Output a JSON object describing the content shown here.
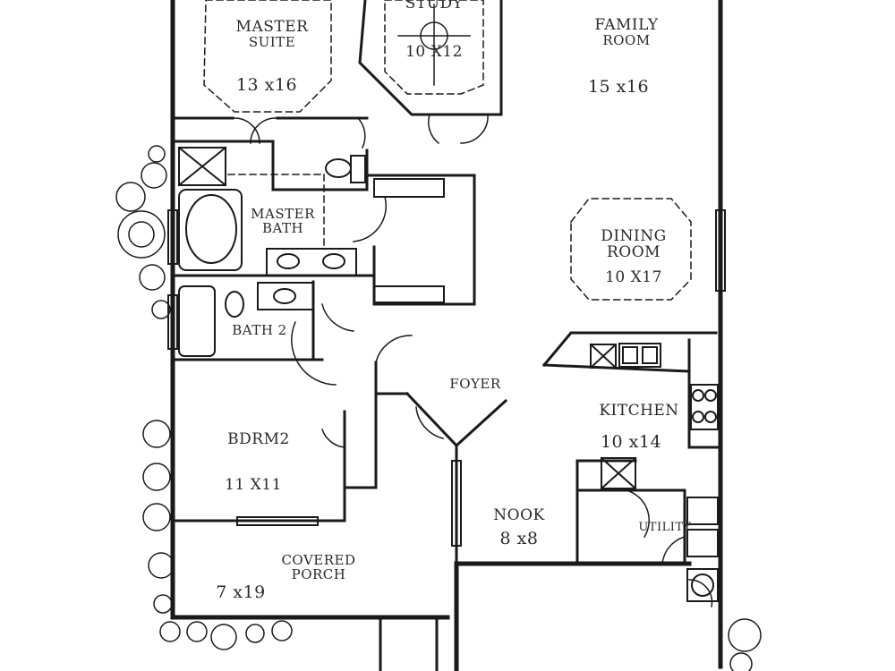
{
  "rooms": {
    "master_suite": {
      "name_line1": "MASTER",
      "name_line2": "SUITE",
      "size": "13 x16"
    },
    "study": {
      "name": "STUDY",
      "size": "10 X12"
    },
    "family_room": {
      "name_line1": "FAMILY",
      "name_line2": "ROOM",
      "size": "15 x16"
    },
    "master_bath": {
      "name_line1": "MASTER",
      "name_line2": "BATH"
    },
    "dining_room": {
      "name_line1": "DINING",
      "name_line2": "ROOM",
      "size": "10 X17"
    },
    "bath2": {
      "name": "BATH 2"
    },
    "foyer": {
      "name": "FOYER"
    },
    "kitchen": {
      "name": "KITCHEN",
      "size": "10 x14"
    },
    "bedroom2": {
      "name": "BDRM2",
      "size": "11 X11"
    },
    "nook": {
      "name": "NOOK",
      "size": "8 x8"
    },
    "utility": {
      "name": "UTILITY"
    },
    "covered_porch": {
      "name_line1": "COVERED",
      "name_line2": "PORCH",
      "size": "7 x19"
    }
  }
}
